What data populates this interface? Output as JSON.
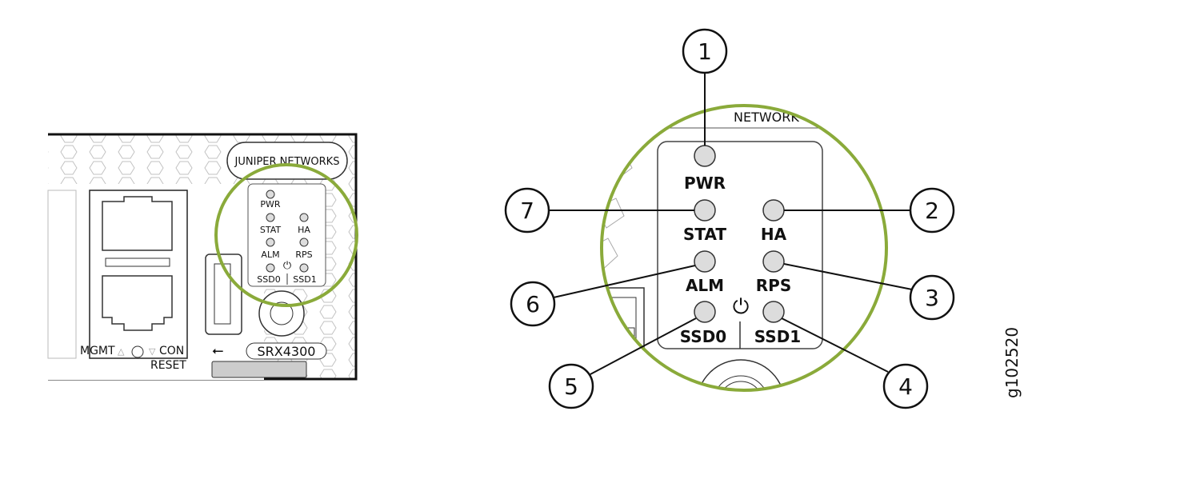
{
  "device": {
    "brand_logo": "JUNIPER NETWORKS",
    "model": "SRX4300",
    "mgmt_label": "MGMT",
    "con_label": "CON",
    "reset_label": "RESET"
  },
  "leds": [
    {
      "label": "PWR",
      "callout": "1"
    },
    {
      "label": "HA",
      "callout": "2"
    },
    {
      "label": "RPS",
      "callout": "3"
    },
    {
      "label": "SSD1",
      "callout": "4"
    },
    {
      "label": "SSD0",
      "callout": "5"
    },
    {
      "label": "ALM",
      "callout": "6"
    },
    {
      "label": "STAT",
      "callout": "7"
    }
  ],
  "zoom_header": "NETWORK",
  "figure_id": "g102520",
  "colors": {
    "highlight": "#8aaa3a",
    "led": "#dcdcdc"
  }
}
